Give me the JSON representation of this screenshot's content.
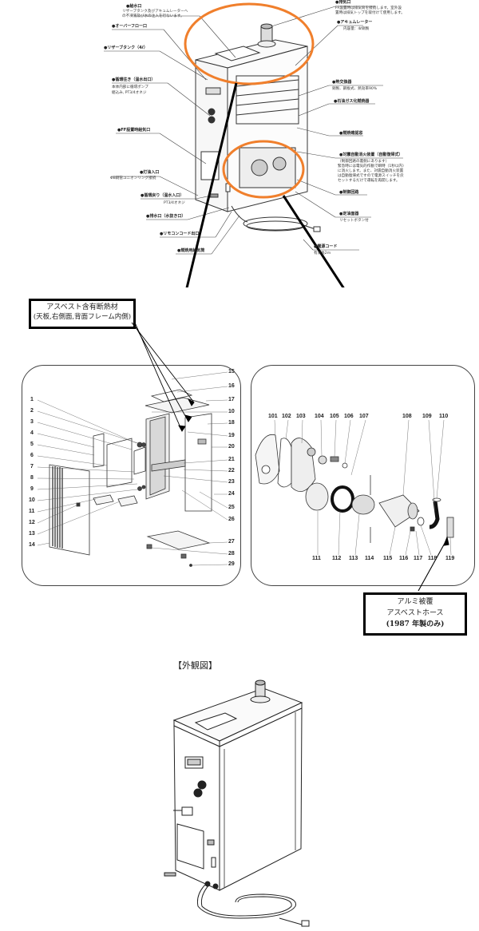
{
  "top_diagram": {
    "labels_left": [
      {
        "title": "●給水口",
        "note": [
          "リザーブタンク及びアキュムレーターへ",
          "の不凍液及び水の注入を行ないます。"
        ]
      },
      {
        "title": "●オーバーフロー口",
        "note": []
      },
      {
        "title": "●リザーブタンク（4ℓ）",
        "note": []
      },
      {
        "title": "●循環往き（温水出口）",
        "note": [
          "本体内部に循環ポンプ",
          "組込み, PT3/4オネジ"
        ]
      },
      {
        "title": "●FF設置時給気口",
        "note": []
      },
      {
        "title": "●灯油入口",
        "note": [
          "ΦΒ銅管ユニオンリング接続"
        ]
      },
      {
        "title": "●循環戻り（温水入口）",
        "note": [
          "PT3/4オネジ"
        ]
      },
      {
        "title": "●排水口（水抜き口）",
        "note": []
      },
      {
        "title": "●リモコンコード出口",
        "note": []
      },
      {
        "title": "●燃焼用給気筒",
        "note": []
      }
    ],
    "labels_right": [
      {
        "title": "●排気口",
        "note": [
          "FF設置時は排気筒を接続します。室外設",
          "置時は排気トップを取付けて使用します。"
        ]
      },
      {
        "title": "●アキュムレーター",
        "note": [
          "内容量：4ℓ銅製"
        ]
      },
      {
        "title": "●熱交換器",
        "note": [
          "銅製、鋼板式、熱効率90%"
        ]
      },
      {
        "title": "●石油ガス化燃焼器",
        "note": []
      },
      {
        "title": "●燃焼確認窓",
        "note": []
      },
      {
        "title": "●対震自動消火装置（自動復帰式）",
        "note": [
          "（制御回路の裏側にあります）",
          "緊急時には電気的作動で瞬時（1秒以内）",
          "に消火します。また、対震自動消火装置",
          "は自動復帰式ですので電源スイッチを戻",
          "セットするだけで運転を再開します。"
        ]
      },
      {
        "title": "●制御回路",
        "note": []
      },
      {
        "title": "●定油面器",
        "note": [
          "リセットボタン付"
        ]
      },
      {
        "title": "●電源コード",
        "note": [
          "有効長2m"
        ]
      }
    ],
    "highlight_color": "#f07f2c"
  },
  "callouts": {
    "asbestos_insulation": [
      "アスベスト含有断熱材",
      "(天板,右側面,背面フレーム内側)"
    ],
    "asbestos_hose": [
      "アルミ被覆",
      "アスベストホース",
      "(1987 年製のみ)"
    ]
  },
  "left_panel": {
    "parts_left": [
      "1",
      "2",
      "3",
      "4",
      "5",
      "6",
      "7",
      "8",
      "9",
      "10",
      "11",
      "12",
      "13",
      "14"
    ],
    "parts_right": [
      "15",
      "16",
      "17",
      "10",
      "18",
      "19",
      "20",
      "21",
      "22",
      "23",
      "24",
      "25",
      "26",
      "27",
      "28",
      "29"
    ]
  },
  "right_panel": {
    "parts_top": [
      "101",
      "102",
      "103",
      "104",
      "105",
      "106",
      "107",
      "108",
      "109",
      "110"
    ],
    "parts_bottom": [
      "111",
      "112",
      "113",
      "114",
      "115",
      "116",
      "117",
      "118",
      "119"
    ]
  },
  "exterior": {
    "caption": "【外観図】"
  }
}
